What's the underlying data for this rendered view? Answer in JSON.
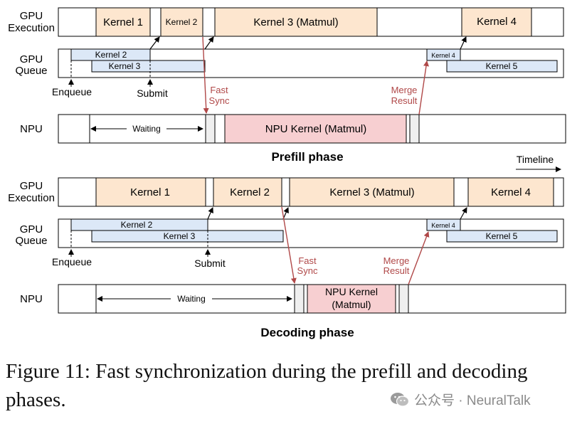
{
  "colors": {
    "kernel_fill": "#fde6cf",
    "queue_fill": "#dce8f7",
    "npu_fill": "#f7cfd1",
    "sync_arrow": "#b04848",
    "outline": "#000000"
  },
  "row_labels": {
    "gpu_exec": [
      "GPU",
      "Execution"
    ],
    "gpu_queue": [
      "GPU",
      "Queue"
    ],
    "npu": "NPU"
  },
  "prefill": {
    "title": "Prefill phase",
    "timeline": "Timeline",
    "exec": [
      "Kernel 1",
      "Kernel 2",
      "Kernel 3 (Matmul)",
      "Kernel 4"
    ],
    "queue": [
      "Kernel 2",
      "Kernel 3",
      "Kernel 4",
      "Kernel 5"
    ],
    "markers": {
      "enqueue": "Enqueue",
      "submit": "Submit"
    },
    "fast_sync": [
      "Fast",
      "Sync"
    ],
    "merge_result": [
      "Merge",
      "Result"
    ],
    "waiting": "Waiting",
    "npu_kernel": [
      "NPU Kernel (Matmul)"
    ]
  },
  "decoding": {
    "title": "Decoding phase",
    "exec": [
      "Kernel 1",
      "Kernel 2",
      "Kernel 3 (Matmul)",
      "Kernel 4"
    ],
    "queue": [
      "Kernel 2",
      "Kernel 3",
      "Kernel 4",
      "Kernel 5"
    ],
    "markers": {
      "enqueue": "Enqueue",
      "submit": "Submit"
    },
    "fast_sync": [
      "Fast",
      "Sync"
    ],
    "merge_result": [
      "Merge",
      "Result"
    ],
    "waiting": "Waiting",
    "npu_kernel": [
      "NPU Kernel",
      "(Matmul)"
    ]
  },
  "caption": "Figure 11: Fast synchronization during the prefill and decoding phases.",
  "watermark": "公众号 · NeuralTalk"
}
